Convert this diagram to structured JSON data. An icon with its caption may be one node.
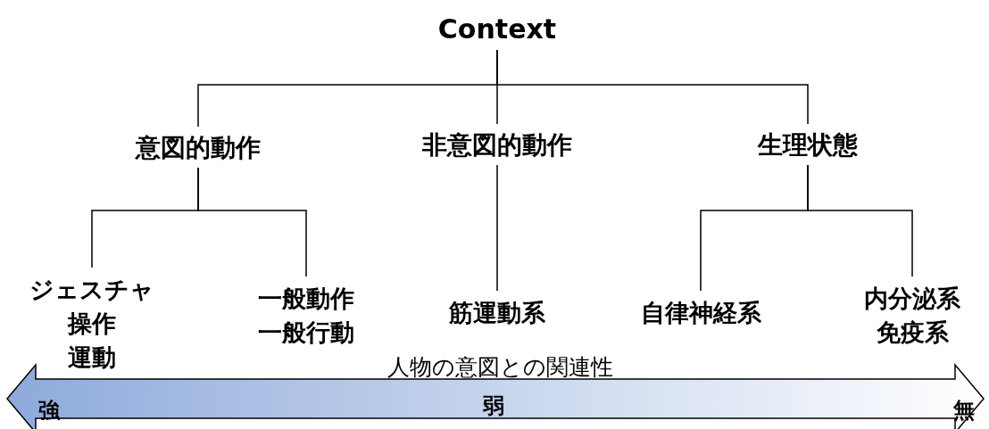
{
  "diagram": {
    "nodes": [
      {
        "text": [
          "Context"
        ]
      },
      {
        "text": [
          "意図的動作"
        ]
      },
      {
        "text": [
          "非意図的動作"
        ]
      },
      {
        "text": [
          "生理状態"
        ]
      },
      {
        "text": [
          "ジェスチャ",
          "操作",
          "運動"
        ]
      },
      {
        "text": [
          "一般動作",
          "一般行動"
        ]
      },
      {
        "text": [
          "筋運動系"
        ]
      },
      {
        "text": [
          "自律神経系"
        ]
      },
      {
        "text": [
          "内分泌系",
          "免疫系"
        ]
      },
      {
        "text": [
          "強",
          "弱",
          "無"
        ]
      }
    ],
    "edges": [
      {
        "from": 0,
        "to": 1,
        "arrow": "none"
      },
      {
        "from": 0,
        "to": 2,
        "arrow": "none"
      },
      {
        "from": 0,
        "to": 3,
        "arrow": "none"
      },
      {
        "from": 1,
        "to": 4,
        "arrow": "none"
      },
      {
        "from": 1,
        "to": 5,
        "arrow": "none"
      },
      {
        "from": 2,
        "to": 6,
        "arrow": "none"
      },
      {
        "from": 3,
        "to": 7,
        "arrow": "none"
      },
      {
        "from": 3,
        "to": 8,
        "arrow": "none"
      }
    ],
    "labels": [
      "人物の意図との関連性"
    ]
  }
}
